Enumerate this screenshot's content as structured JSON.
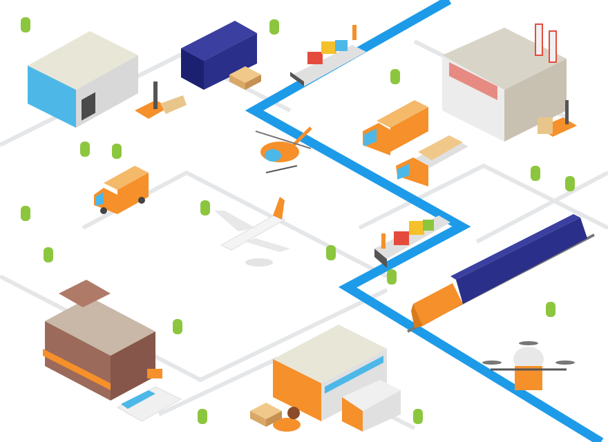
{
  "scene": {
    "theme": "isometric logistics map",
    "colors": {
      "background": "#ffffff",
      "road": "#e6e8ea",
      "river": "#1e9be8",
      "vehicle_orange": "#f5902a",
      "container_navy": "#2a2f8a",
      "tree_green": "#8cc63f",
      "building_roof": "#e8e6d6",
      "glass_blue": "#4db8e8",
      "brick": "#9b6a5a"
    },
    "icons": [
      "warehouse",
      "shipping-container",
      "cargo-ship",
      "factory",
      "forklift",
      "helicopter",
      "truck",
      "delivery-van",
      "airplane",
      "freight-train",
      "drone",
      "shop-building",
      "scooter",
      "parcel-boxes",
      "tree"
    ]
  }
}
